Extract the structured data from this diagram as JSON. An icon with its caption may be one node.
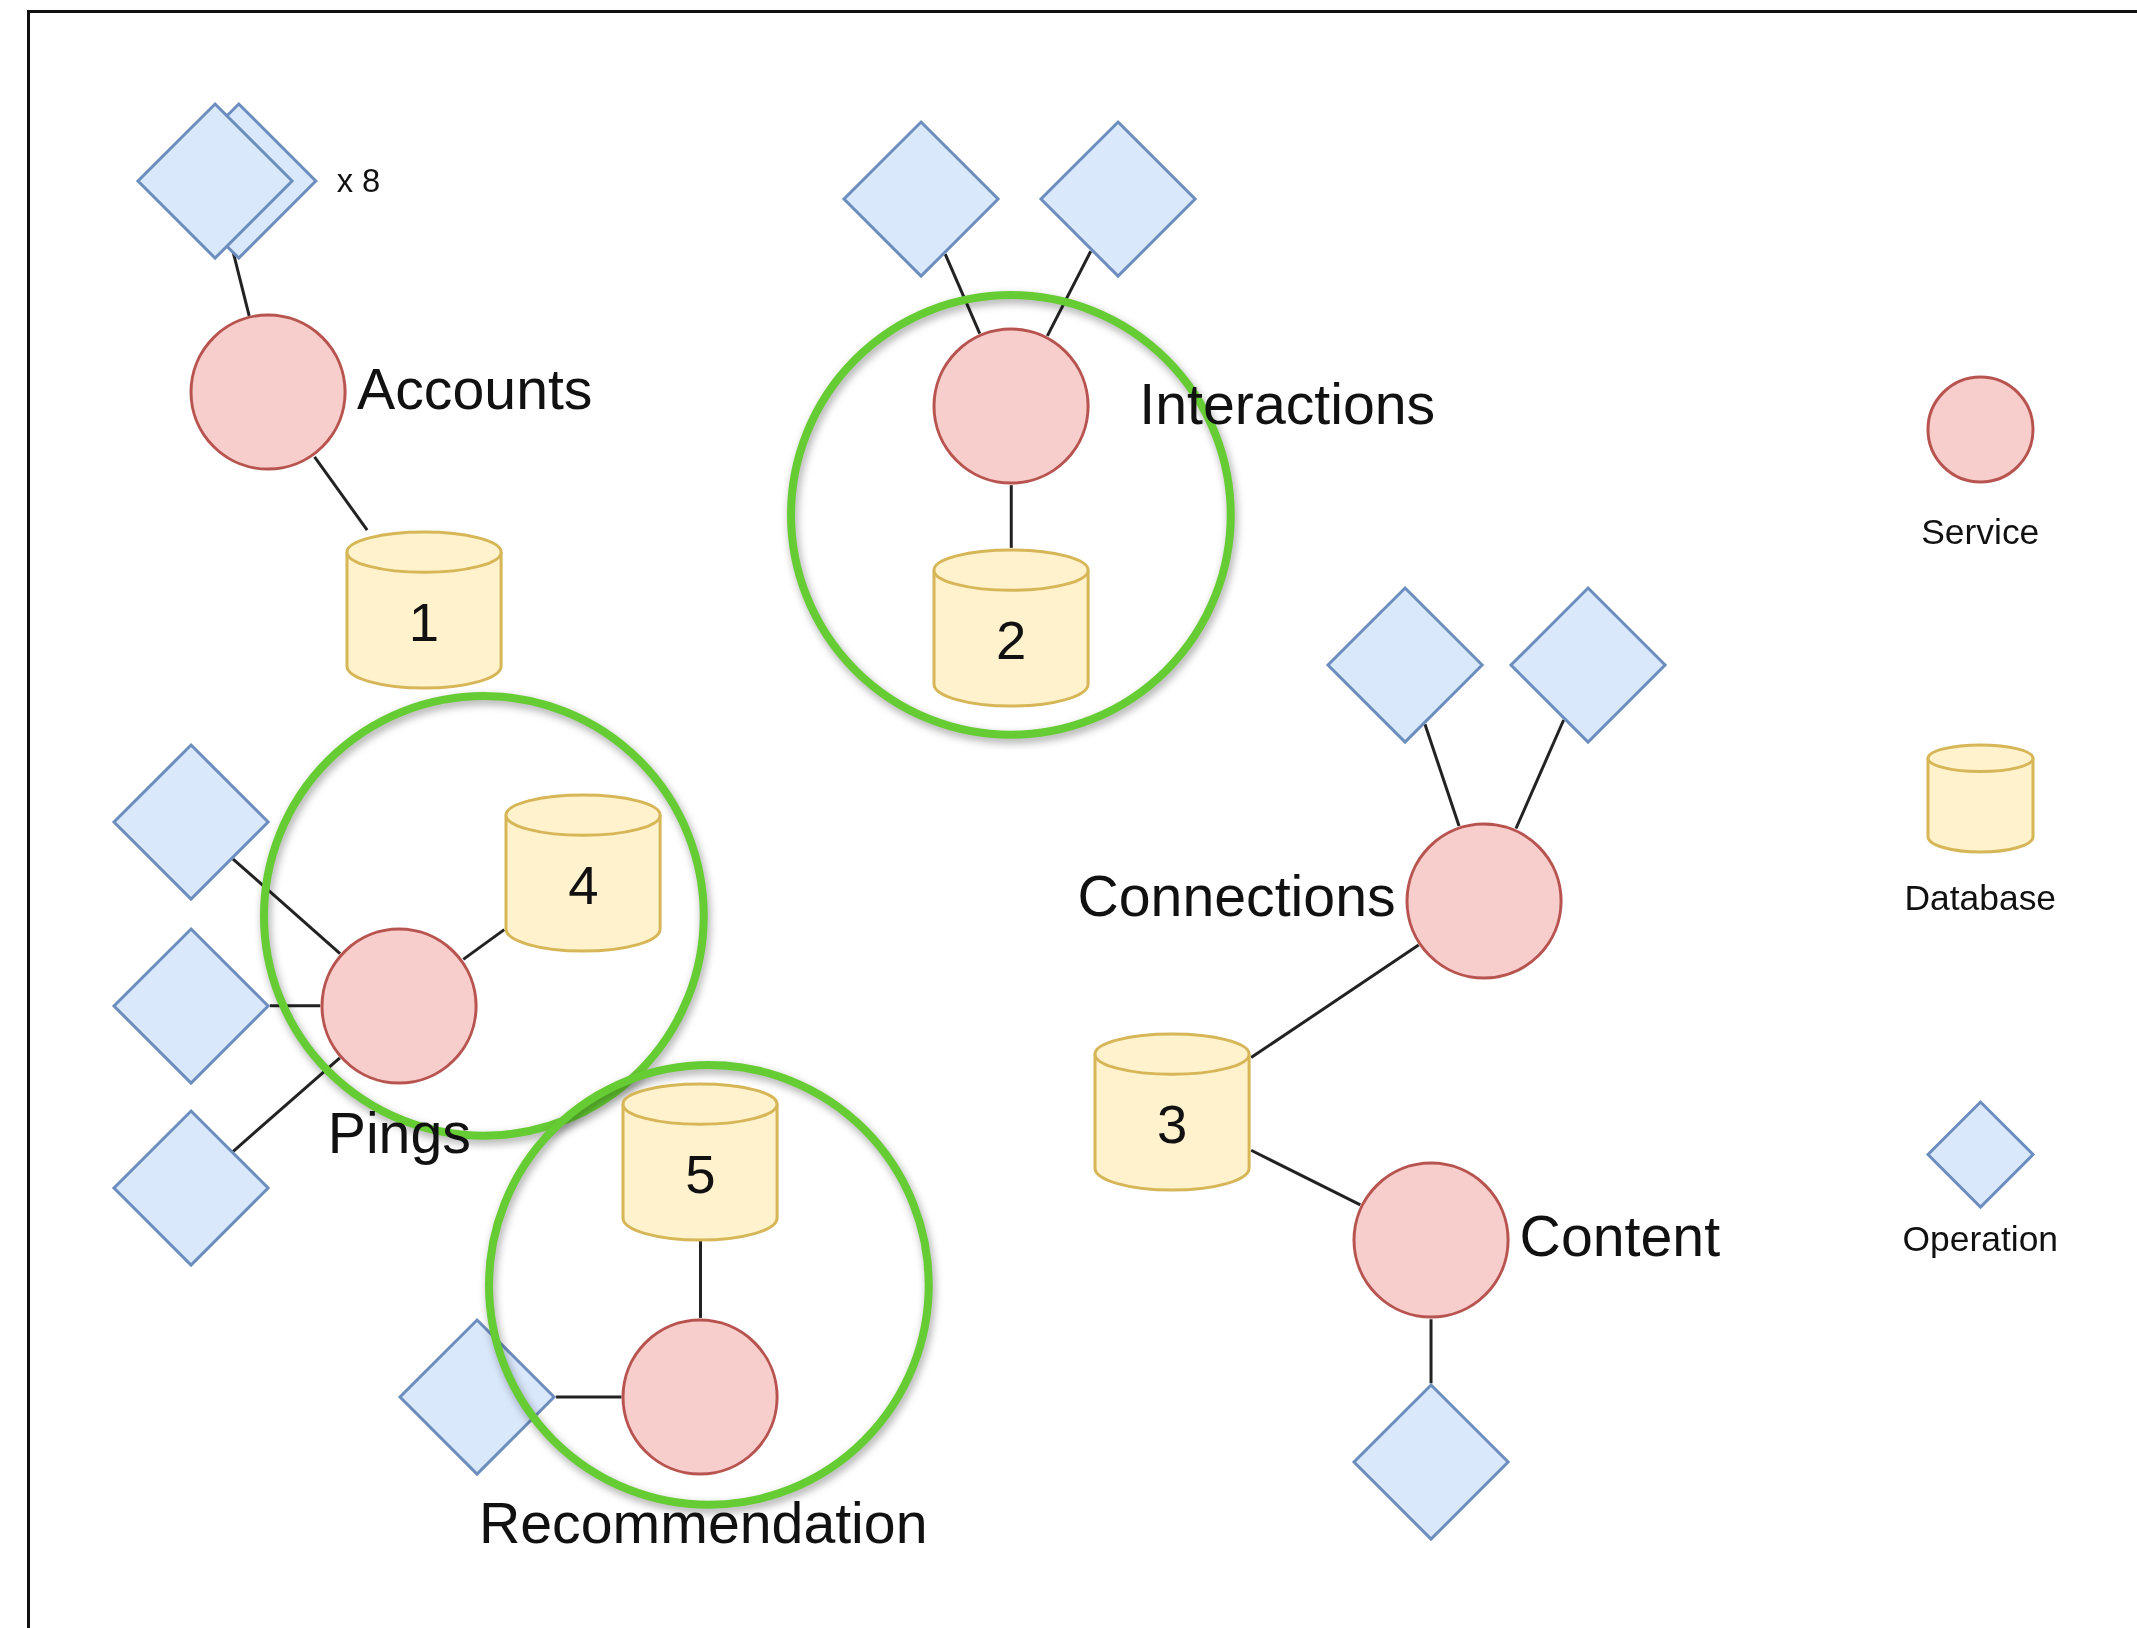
{
  "diagram": {
    "nodes": [
      {
        "text": [],
        "shape": "diamond",
        "beside": [
          "x 8"
        ]
      },
      {
        "text": [
          "Accounts"
        ]
      },
      {
        "text": [
          "1"
        ]
      },
      {
        "text": [],
        "shape": "diamond"
      },
      {
        "text": [],
        "shape": "diamond"
      },
      {
        "text": [],
        "shape": "circle"
      },
      {
        "text": [
          "Interactions"
        ],
        "in": 5
      },
      {
        "text": [
          "2"
        ],
        "in": 5
      },
      {
        "text": [],
        "shape": "diamond"
      },
      {
        "text": [],
        "shape": "diamond"
      },
      {
        "text": [
          "Connections"
        ]
      },
      {
        "text": [
          "3"
        ]
      },
      {
        "text": [
          "Content"
        ]
      },
      {
        "text": [],
        "shape": "diamond"
      },
      {
        "text": [],
        "shape": "circle"
      },
      {
        "text": [
          "4"
        ],
        "in": 14
      },
      {
        "text": [
          "Pings"
        ],
        "in": 14
      },
      {
        "text": [],
        "shape": "diamond"
      },
      {
        "text": [],
        "shape": "diamond"
      },
      {
        "text": [],
        "shape": "diamond"
      },
      {
        "text": [],
        "shape": "circle"
      },
      {
        "text": [
          "5"
        ],
        "in": 20
      },
      {
        "text": [
          "Recommendation"
        ],
        "in": 20
      },
      {
        "text": [],
        "shape": "diamond"
      },
      {
        "text": [
          "Service"
        ]
      },
      {
        "text": [
          "Database"
        ]
      },
      {
        "text": [
          "Operation"
        ]
      }
    ],
    "edges": [
      {
        "from": 0,
        "to": 1,
        "arrow": "none"
      },
      {
        "from": 1,
        "to": 2,
        "arrow": "none"
      },
      {
        "from": 3,
        "to": 6,
        "arrow": "none"
      },
      {
        "from": 4,
        "to": 6,
        "arrow": "none"
      },
      {
        "from": 6,
        "to": 7,
        "arrow": "none"
      },
      {
        "from": 8,
        "to": 10,
        "arrow": "none"
      },
      {
        "from": 9,
        "to": 10,
        "arrow": "none"
      },
      {
        "from": 10,
        "to": 11,
        "arrow": "none"
      },
      {
        "from": 11,
        "to": 12,
        "arrow": "none"
      },
      {
        "from": 12,
        "to": 13,
        "arrow": "none"
      },
      {
        "from": 17,
        "to": 16,
        "arrow": "none"
      },
      {
        "from": 18,
        "to": 16,
        "arrow": "none"
      },
      {
        "from": 19,
        "to": 16,
        "arrow": "none"
      },
      {
        "from": 16,
        "to": 15,
        "arrow": "none"
      },
      {
        "from": 21,
        "to": 22,
        "arrow": "none"
      },
      {
        "from": 23,
        "to": 22,
        "arrow": "none"
      }
    ]
  }
}
